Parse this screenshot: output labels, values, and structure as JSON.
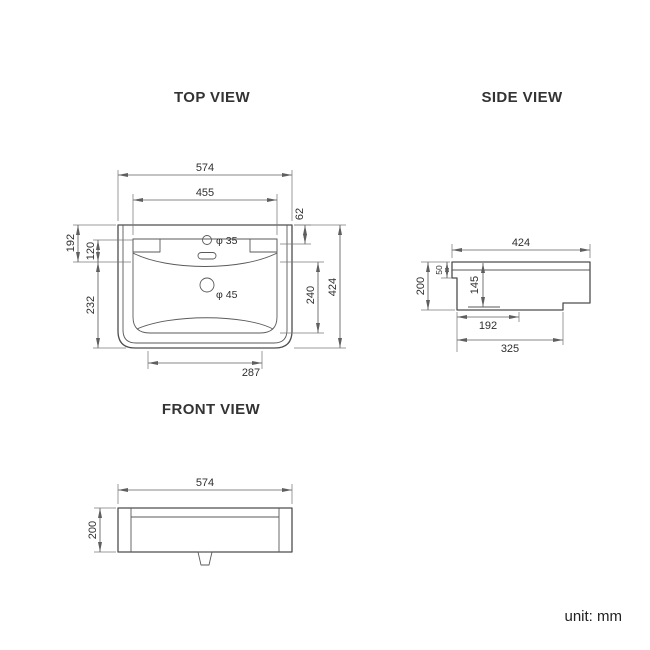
{
  "titles": {
    "top": "TOP VIEW",
    "side": "SIDE VIEW",
    "front": "FRONT VIEW"
  },
  "unit_label": "unit: mm",
  "top_view": {
    "overall_width": "574",
    "basin_width": "455",
    "rim_offset": "62",
    "back_depth": "192",
    "deck_depth": "120",
    "front_depth": "232",
    "basin_depth": "240",
    "overall_depth": "424",
    "bottom_width": "287",
    "faucet_hole_dia": "φ 35",
    "drain_hole_dia": "φ 45"
  },
  "side_view": {
    "overall_depth": "424",
    "overall_height": "200",
    "rim_lip": "50",
    "basin_inner_height": "145",
    "bottom_back_depth": "192",
    "bottom_depth": "325"
  },
  "front_view": {
    "overall_width": "574",
    "overall_height": "200"
  }
}
